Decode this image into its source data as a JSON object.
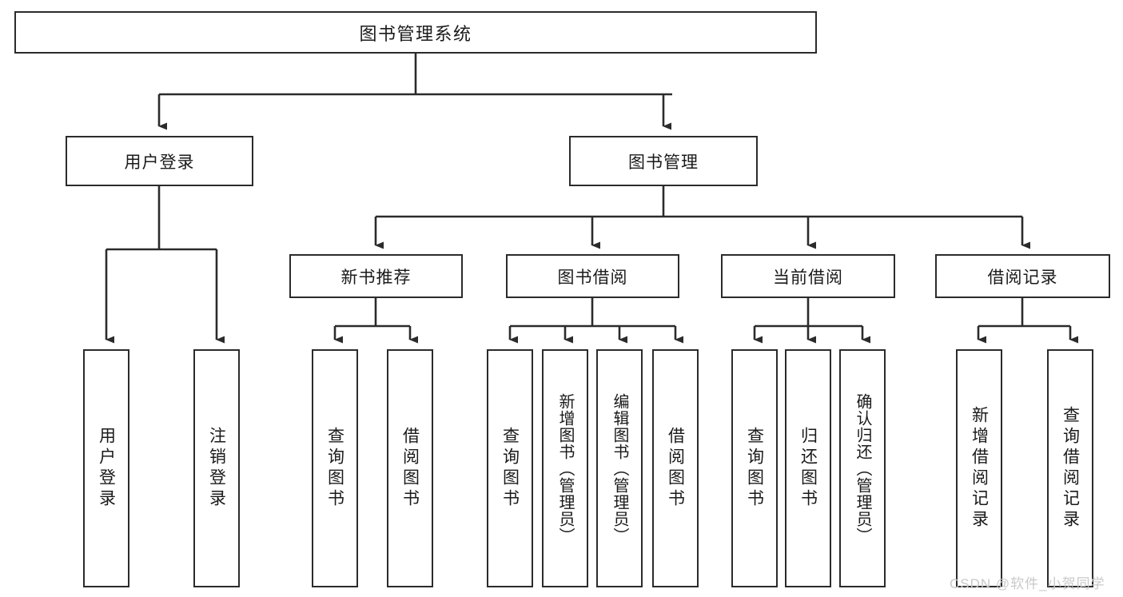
{
  "diagram": {
    "type": "tree-hierarchy-chart",
    "title": "图书管理系统",
    "root": {
      "label": "图书管理系统"
    },
    "level2": [
      {
        "label": "用户登录"
      },
      {
        "label": "图书管理"
      }
    ],
    "level3": [
      {
        "label": "新书推荐"
      },
      {
        "label": "图书借阅"
      },
      {
        "label": "当前借阅"
      },
      {
        "label": "借阅记录"
      }
    ],
    "leaves": {
      "user_login": [
        {
          "label": "用户登录"
        },
        {
          "label": "注销登录"
        }
      ],
      "new_book": [
        {
          "label": "查询图书"
        },
        {
          "label": "借阅图书"
        }
      ],
      "book_borrow": [
        {
          "label": "查询图书"
        },
        {
          "label": "新增图书（管理员）"
        },
        {
          "label": "编辑图书（管理员）"
        },
        {
          "label": "借阅图书"
        }
      ],
      "current_borrow": [
        {
          "label": "查询图书"
        },
        {
          "label": "归还图书"
        },
        {
          "label": "确认归还（管理员）"
        }
      ],
      "borrow_record": [
        {
          "label": "新增借阅记录"
        },
        {
          "label": "查询借阅记录"
        }
      ]
    }
  },
  "watermark": {
    "text": "CSDN @软件_小贺同学"
  },
  "colors": {
    "stroke": "#2b2b2b",
    "background": "#ffffff",
    "text": "#1a1a1a",
    "watermark": "#c9c9c9"
  }
}
